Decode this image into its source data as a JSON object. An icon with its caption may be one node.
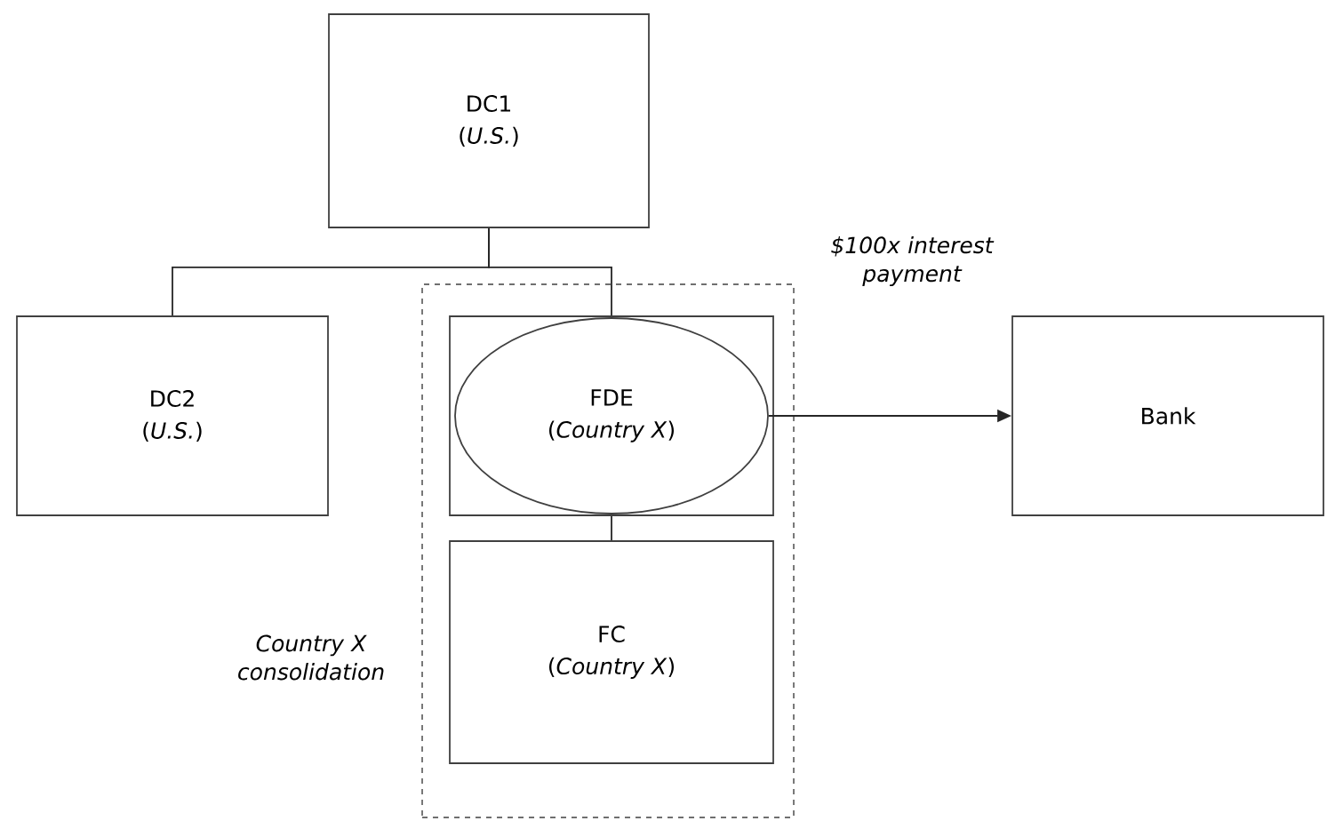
{
  "diagram": {
    "nodes": [
      {
        "text": [
          "DC1",
          "(*U.S.*)"
        ]
      },
      {
        "text": [
          "DC2",
          "(*U.S.*)"
        ]
      },
      {
        "text": [],
        "shape": "box"
      },
      {
        "text": [],
        "shape": "box",
        "in": 2
      },
      {
        "text": [
          "FDE",
          "(*Country X*)"
        ],
        "in": 3
      },
      {
        "text": [
          "FC",
          "(*Country X*)"
        ],
        "in": 2
      },
      {
        "text": [
          "Bank"
        ]
      }
    ],
    "edges": [
      {
        "from": 0,
        "to": 1,
        "arrow": "none"
      },
      {
        "from": 0,
        "to": 3,
        "arrow": "none"
      },
      {
        "from": 3,
        "to": 5,
        "arrow": "none"
      },
      {
        "from": 4,
        "to": 6,
        "arrow": "to"
      }
    ],
    "labels": [
      "$100x interest payment",
      "Country X consolidation"
    ]
  }
}
